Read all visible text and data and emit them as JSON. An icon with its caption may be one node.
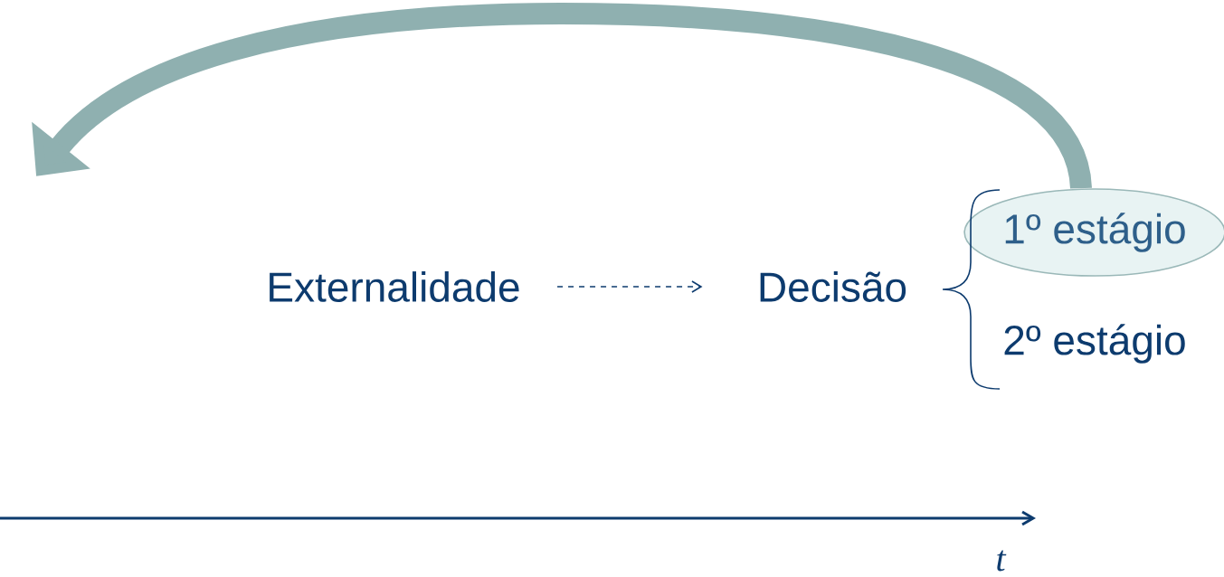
{
  "diagram": {
    "nodes": [
      {
        "text": [
          "Externalidade"
        ]
      },
      {
        "text": [
          "Decisão"
        ]
      },
      {
        "text": [
          "1º estágio"
        ]
      },
      {
        "text": [
          "2º estágio"
        ]
      }
    ],
    "edges": [
      {
        "from": 0,
        "to": 1,
        "arrow": "to",
        "style": "dashed"
      },
      {
        "from": 2,
        "to": null,
        "arrow": "to",
        "style": "thick",
        "color": "#8fb0b0"
      }
    ],
    "labels": [
      "t"
    ]
  }
}
